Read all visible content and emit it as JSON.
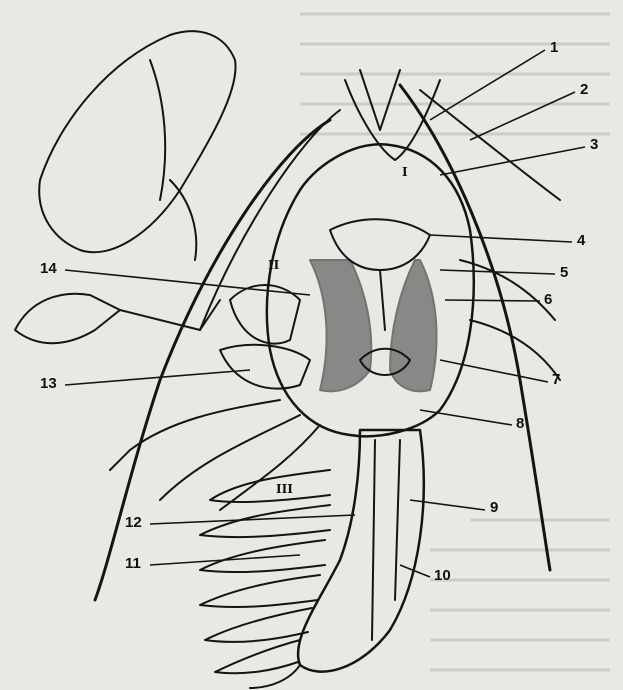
{
  "figure": {
    "numbered_labels": [
      "1",
      "2",
      "3",
      "4",
      "5",
      "6",
      "7",
      "8",
      "9",
      "10",
      "11",
      "12",
      "13",
      "14"
    ],
    "roman_labels": [
      "I",
      "II",
      "III"
    ]
  },
  "colors": {
    "ink": "#141414",
    "paper": "#e9e8e4"
  }
}
